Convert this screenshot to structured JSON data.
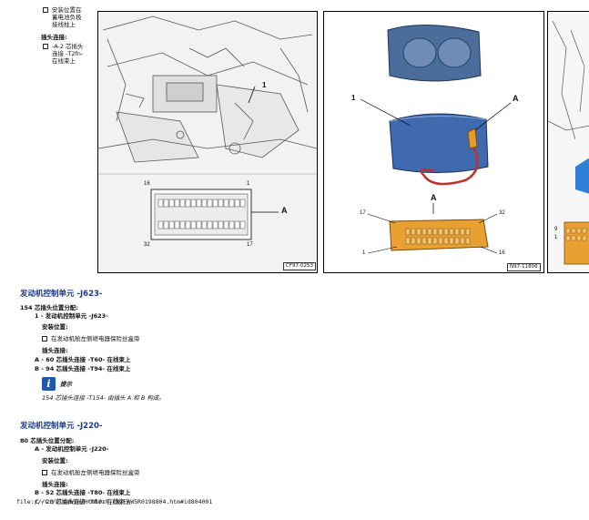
{
  "top_left": {
    "bullet1": "安装位置在",
    "bullet1_line2": "蓄电池负极",
    "bullet1_line3": "接线柱上",
    "connector_heading": "插头连接:",
    "item_a_line1": "-A-2 芯插头",
    "item_a_line2": "连接 -T2fn-",
    "item_a_line3": "在线束上"
  },
  "figure1": {
    "caption": "CF97-0253",
    "label_1": "1",
    "label_a": "A",
    "pin_16": "16",
    "pin_1": "1",
    "pin_32": "32",
    "pin_17": "17"
  },
  "figure2": {
    "caption": "N97-11806",
    "label_1": "1",
    "label_a_top": "A",
    "label_a_mid": "A",
    "pin_17": "17",
    "pin_32": "32",
    "pin_1": "1",
    "pin_16": "16"
  },
  "figure3": {
    "pin_9": "9",
    "pin_1": "1"
  },
  "section1": {
    "title": "发动机控制单元 -J623-",
    "assignment": "154 芯插头位置分配:",
    "item1": "1 - 发动机控制单元 -J623-",
    "install_label": "安装位置:",
    "install_text": "在发动机舱左侧继电器保险丝盒旁",
    "connector_label": "插头连接:",
    "conn_a": "A - 60 芯插头连接 -T60- 在线束上",
    "conn_b": "B - 94 芯插头连接 -T94- 在线束上",
    "note_title": "提示",
    "note_text": "154 芯插头连接 -T154- 由插头 A 和 B 构成。"
  },
  "section2": {
    "title": "发动机控制单元 -J220-",
    "assignment": "80 芯插头位置分配:",
    "item_a": "A - 发动机控制单元 -J220-",
    "install_label": "安装位置:",
    "install_text": "在发动机舱左侧继电器保险丝盒旁",
    "connector_label": "插头连接:",
    "conn_b": "B - 52 芯插头连接 -T80- 在线束上",
    "conn_c_overlap": "C - 28 芯插头连接 -T80- 在线束上"
  },
  "footer": {
    "path": "file:///C:/ElsaWin/Html/zh-CN/FAW5R0198804.htm#id804001"
  }
}
